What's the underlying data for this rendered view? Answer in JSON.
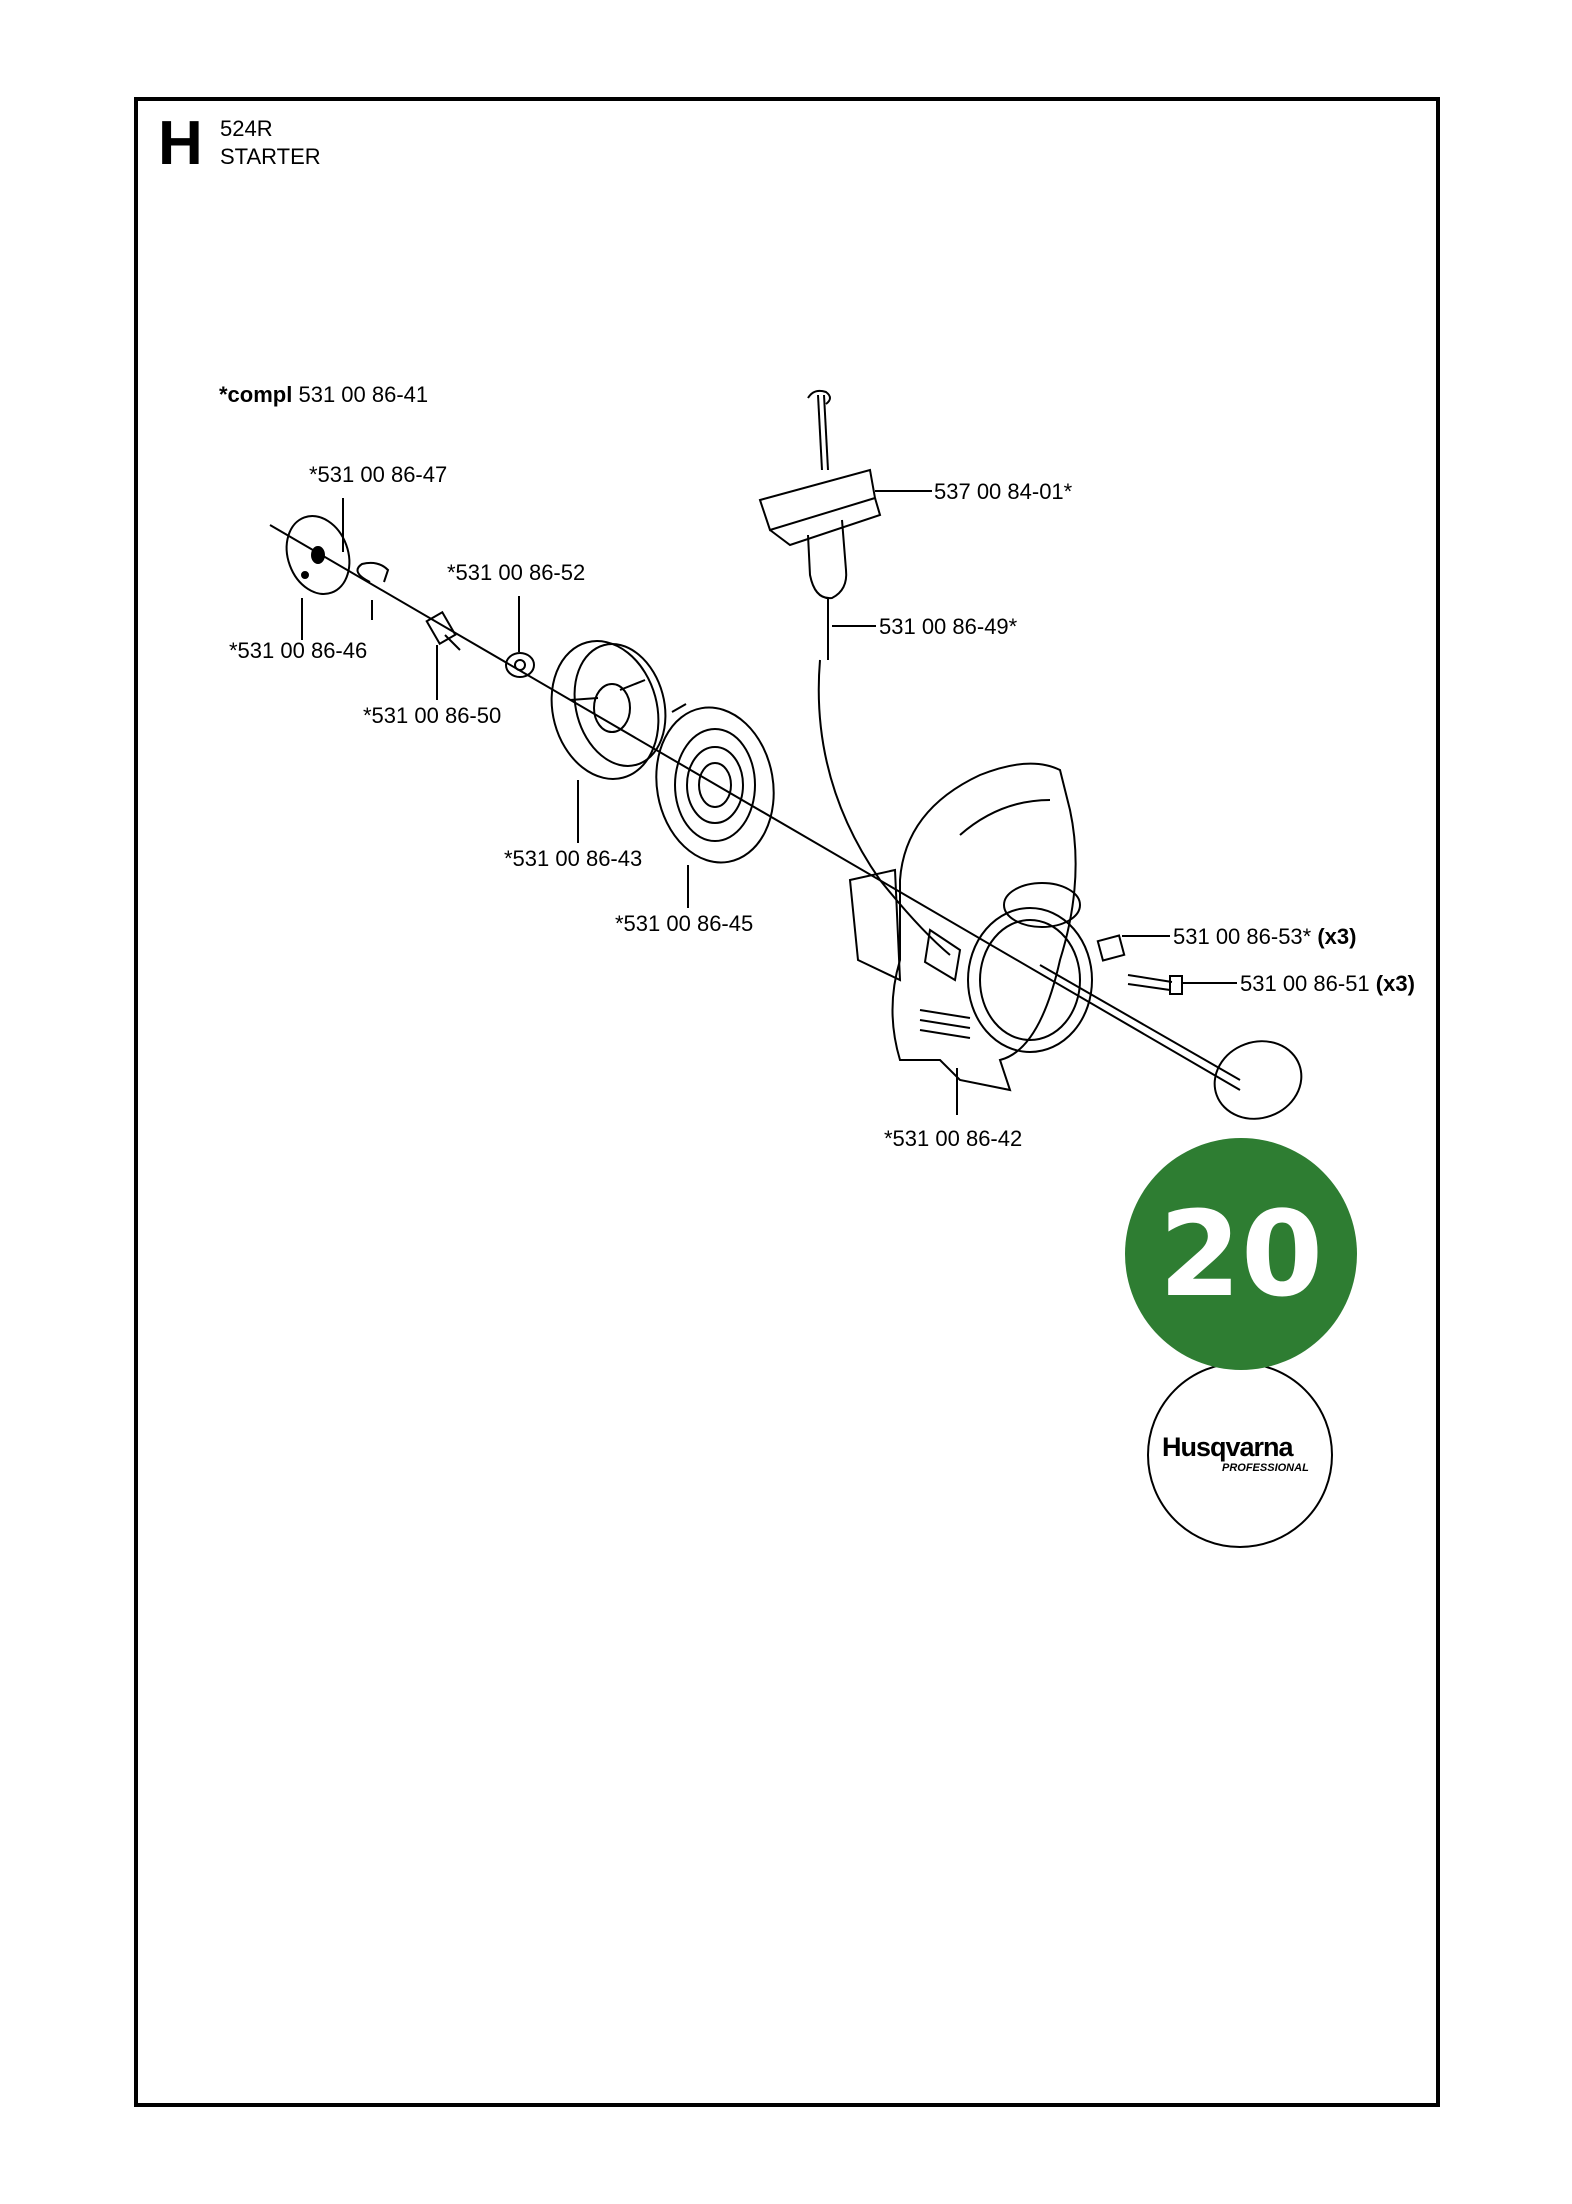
{
  "header": {
    "section_letter": "H",
    "model": "524R",
    "title": "STARTER"
  },
  "assembly": {
    "compl_prefix": "*compl",
    "compl_part": "531 00 86-41"
  },
  "parts": [
    {
      "key": "p47",
      "text": "*531 00 86-47",
      "qty": ""
    },
    {
      "key": "p52",
      "text": "*531 00 86-52",
      "qty": ""
    },
    {
      "key": "p46",
      "text": "*531 00 86-46",
      "qty": ""
    },
    {
      "key": "p50",
      "text": "*531 00 86-50",
      "qty": ""
    },
    {
      "key": "p43",
      "text": "*531 00 86-43",
      "qty": ""
    },
    {
      "key": "p45",
      "text": "*531 00 86-45",
      "qty": ""
    },
    {
      "key": "p01",
      "text": "537 00 84-01*",
      "qty": ""
    },
    {
      "key": "p49",
      "text": "531 00 86-49*",
      "qty": ""
    },
    {
      "key": "p53",
      "text": "531 00 86-53*",
      "qty": "(x3)"
    },
    {
      "key": "p51",
      "text": "531 00 86-51",
      "qty": "(x3)"
    },
    {
      "key": "p42",
      "text": "*531 00 86-42",
      "qty": ""
    }
  ],
  "page_badge": "20",
  "logo": {
    "brand": "Husqvarna",
    "tagline": "PROFESSIONAL"
  },
  "colors": {
    "badge": "#2e7d32",
    "line": "#000000"
  }
}
